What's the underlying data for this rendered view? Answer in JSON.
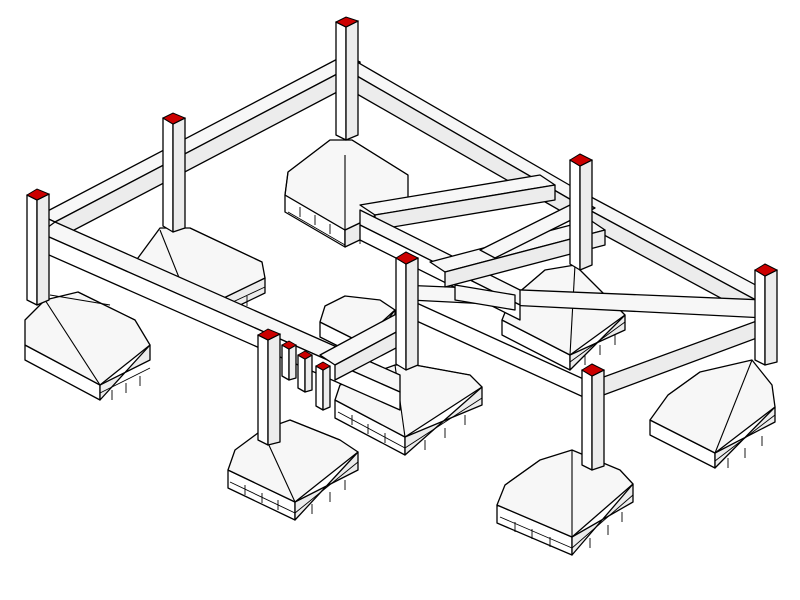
{
  "diagram": {
    "type": "isometric-foundation-structure",
    "colors": {
      "background": "#ffffff",
      "outline": "#000000",
      "column_cap": "#cc0000",
      "cap_border": "#000000"
    },
    "footings": [
      {
        "id": "back-center"
      },
      {
        "id": "mid-left-inner"
      },
      {
        "id": "left"
      },
      {
        "id": "right-rear"
      },
      {
        "id": "center"
      },
      {
        "id": "front-left"
      },
      {
        "id": "right"
      },
      {
        "id": "front-right"
      },
      {
        "id": "small-center"
      }
    ],
    "columns": [
      {
        "id": "top"
      },
      {
        "id": "left-inner"
      },
      {
        "id": "left"
      },
      {
        "id": "right-rear"
      },
      {
        "id": "right"
      },
      {
        "id": "center"
      },
      {
        "id": "front-left"
      },
      {
        "id": "front-right"
      },
      {
        "id": "stub-1"
      },
      {
        "id": "stub-2"
      },
      {
        "id": "stub-3"
      }
    ]
  }
}
